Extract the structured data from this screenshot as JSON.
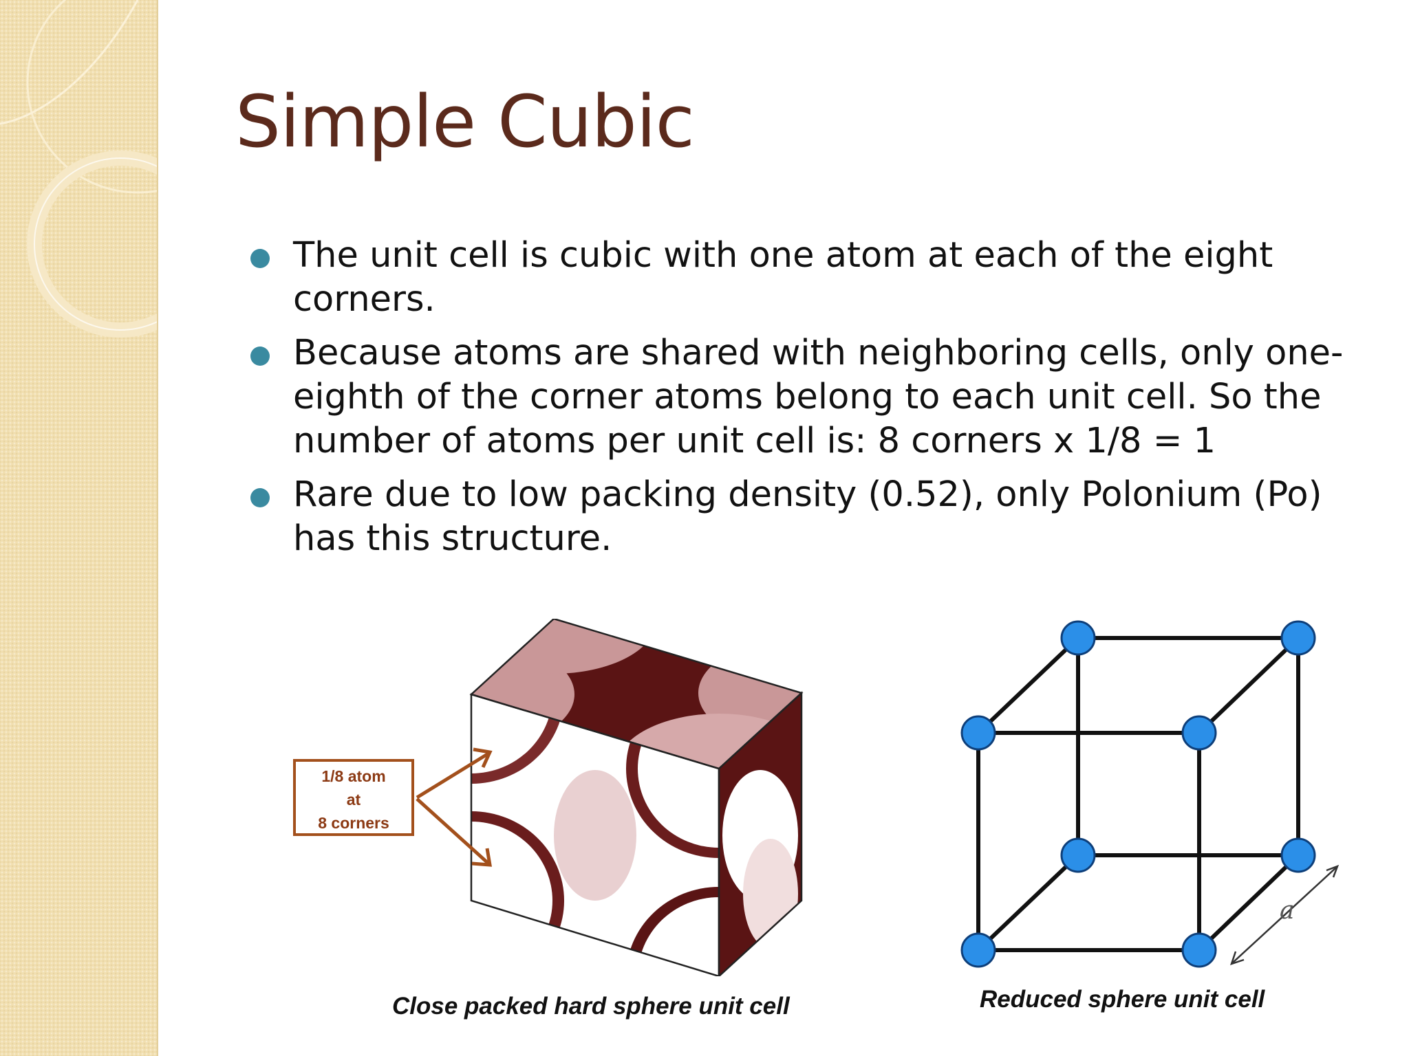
{
  "slide": {
    "title": "Simple Cubic",
    "bullets": [
      "The unit cell is cubic with one atom at each of the eight corners.",
      "Because atoms are shared with neighboring cells, only one-eighth of the corner atoms belong to each unit cell. So the number of atoms per unit cell is: 8 corners x 1/8 = 1",
      "Rare due to low packing density (0.52), only Polonium (Po) has this structure."
    ],
    "bullet_color": "#3a8aa0",
    "title_color": "#5b2a1c"
  },
  "figure_left": {
    "callout_lines": [
      "1/8 atom",
      "at",
      "8 corners"
    ],
    "caption": "Close packed hard sphere unit cell",
    "sphere_color": "#5a1414"
  },
  "figure_right": {
    "edge_label": "a",
    "caption": "Reduced sphere unit cell",
    "atom_color": "#2b8fe8"
  }
}
